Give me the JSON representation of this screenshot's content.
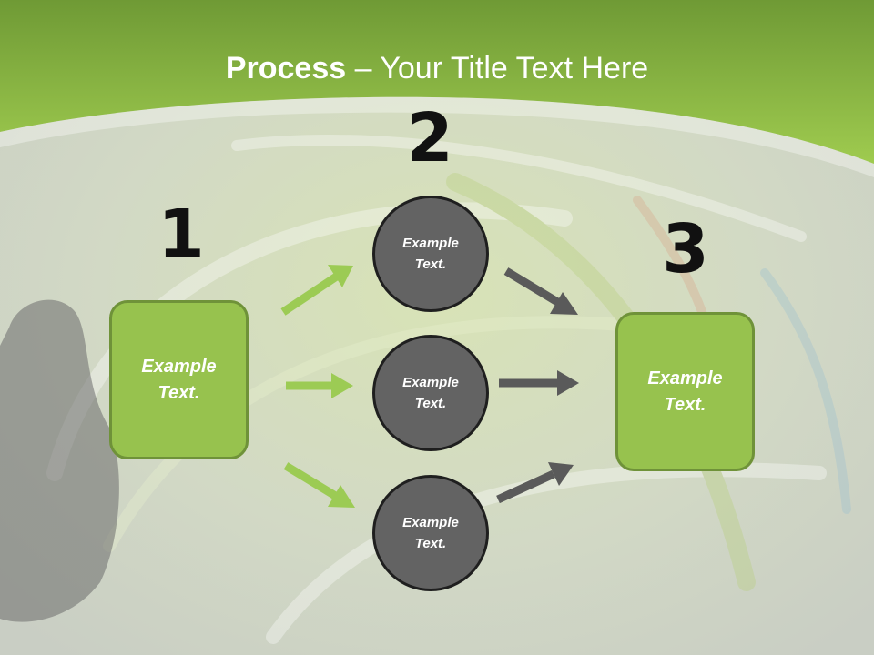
{
  "title": {
    "bold": "Process",
    "rest": " – Your Title Text Here"
  },
  "steps": {
    "one": {
      "number": "1",
      "label": "Example\nText."
    },
    "two": {
      "number": "2",
      "items": [
        {
          "label": "Example\nText."
        },
        {
          "label": "Example\nText."
        },
        {
          "label": "Example\nText."
        }
      ]
    },
    "three": {
      "number": "3",
      "label": "Example\nText."
    }
  },
  "colors": {
    "header_green": "#8dbb43",
    "box_green": "#97c24e",
    "circle_gray": "#636363",
    "arrow_green": "#9ccb54",
    "arrow_gray": "#5a5a5a"
  }
}
